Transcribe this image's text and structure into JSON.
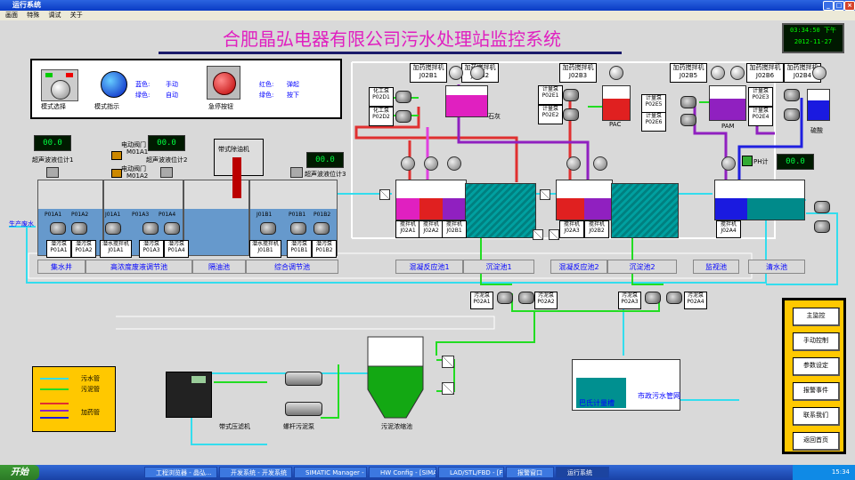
{
  "window": {
    "title": "运行系统"
  },
  "menu": [
    "画面",
    "特殊",
    "调试",
    "关于"
  ],
  "main_title": "合肥晶弘电器有限公司污水处理站监控系统",
  "clock": {
    "time": "03:34:50 下午",
    "date": "2012-11-27"
  },
  "mode_panel": {
    "mode_select": "模式选择",
    "mode_indicator": "模式指示",
    "estop": "急停按钮",
    "blue_legend": "蓝色:",
    "green_legend": "绿色:",
    "manual": "手动",
    "auto": "自动",
    "red_legend": "红色:",
    "green_legend2": "绿色:",
    "popup": "弹起",
    "pressed": "按下"
  },
  "level_displays": [
    {
      "label": "超声波液位计1",
      "value": "00.0"
    },
    {
      "label": "超声波液位计2",
      "value": "00.0"
    },
    {
      "label": "超声波液位计3",
      "value": "00.0"
    },
    {
      "label": "PH计",
      "value": "00.0"
    }
  ],
  "valves": {
    "v1": "电动阀门",
    "v1_id": "M01A1",
    "v2": "电动阀门",
    "v2_id": "M01A2"
  },
  "oil_skimmer": "带式除油机",
  "inlet": "生产废水",
  "sections": [
    "集水井",
    "高浓度废液调节池",
    "隔油池",
    "综合调节池",
    "混凝反应池1",
    "沉淀池1",
    "混凝反应池2",
    "沉淀池2",
    "监视池",
    "清水池"
  ],
  "pumps_left": [
    {
      "name": "潜污泵",
      "id": "P01A1"
    },
    {
      "name": "潜污泵",
      "id": "P01A2"
    },
    {
      "name": "潜水搅拌机",
      "id": "J01A1"
    },
    {
      "name": "潜污泵",
      "id": "P01A3"
    },
    {
      "name": "潜污泵",
      "id": "P01A4"
    },
    {
      "name": "潜水搅拌机",
      "id": "J01B1"
    },
    {
      "name": "潜污泵",
      "id": "P01B1"
    },
    {
      "name": "潜污泵",
      "id": "P01B2"
    }
  ],
  "pump_tags_inline": [
    "P01A1",
    "P01A2",
    "J01A1",
    "P01A3",
    "P01A4",
    "J01B1",
    "P01B1",
    "P01B2"
  ],
  "top_equipment": [
    {
      "name": "加药搅拌机",
      "id": "J02B1"
    },
    {
      "name": "加药搅拌机",
      "id": "J02B2"
    },
    {
      "name": "化工泵",
      "id": "P02D1"
    },
    {
      "name": "化工泵",
      "id": "P02D2"
    },
    {
      "name": "加药搅拌机",
      "id": "J02B3"
    },
    {
      "name": "计量泵",
      "id": "P02E1"
    },
    {
      "name": "计量泵",
      "id": "P02E2"
    },
    {
      "name": "加药搅拌机",
      "id": "J02B5"
    },
    {
      "name": "计量泵",
      "id": "P02E5"
    },
    {
      "name": "计量泵",
      "id": "P02E6"
    },
    {
      "name": "加药搅拌机",
      "id": "J02B6"
    },
    {
      "name": "加药搅拌机",
      "id": "J02B4"
    },
    {
      "name": "计量泵",
      "id": "P02E3"
    },
    {
      "name": "计量泵",
      "id": "P02E4"
    }
  ],
  "chemicals": {
    "lime": "石灰",
    "pac": "PAC",
    "pam": "PAM",
    "acid": "硫酸"
  },
  "reactor_mixers": [
    {
      "name": "搅拌机",
      "id": "J02A1"
    },
    {
      "name": "搅拌机",
      "id": "J02A2"
    },
    {
      "name": "搅拌机",
      "id": "J02B1"
    },
    {
      "name": "搅拌机",
      "id": "J02A3"
    },
    {
      "name": "搅拌机",
      "id": "J02B2"
    },
    {
      "name": "搅拌机",
      "id": "J02A4"
    }
  ],
  "sludge_pumps": [
    {
      "name": "污泥泵",
      "id": "P02A1"
    },
    {
      "name": "污泥泵",
      "id": "P02A2"
    },
    {
      "name": "污泥泵",
      "id": "P02A3"
    },
    {
      "name": "污泥泵",
      "id": "P02A4"
    }
  ],
  "bottom": {
    "filter_press": "带式压滤机",
    "screw_pump": "螺杆污泥泵",
    "thickener": "污泥浓缩池",
    "parshall": "巴氏计量槽",
    "municipal": "市政污水管网"
  },
  "legend": {
    "sewage": "污水管",
    "sludge": "污泥管",
    "dosing": "加药管"
  },
  "nav": [
    "主监控",
    "手动控制",
    "参数设定",
    "报警事件",
    "联系我们",
    "返回首页"
  ],
  "taskbar": {
    "start": "开始",
    "tasks": [
      "工程浏览器 - 晶弘...",
      "开发系统 - 开发系统",
      "SIMATIC Manager - ...",
      "HW Config - [SIMATI...",
      "LAD/STL/FBD - [FC3 ...",
      "报警窗口",
      "运行系统"
    ],
    "time": "15:34"
  },
  "colors": {
    "sewage": "#33ddee",
    "sludge": "#22dd22",
    "dosing": "#e03030",
    "accent_magenta": "#e020c0"
  }
}
